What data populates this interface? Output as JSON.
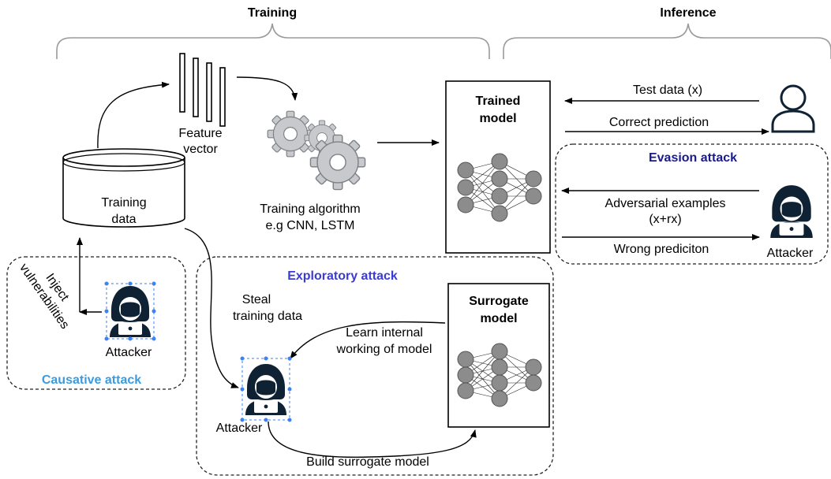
{
  "headers": {
    "training": "Training",
    "inference": "Inference"
  },
  "feature_vector": {
    "line1": "Feature",
    "line2": "vector"
  },
  "training_data": {
    "line1": "Training",
    "line2": "data"
  },
  "training_algorithm": {
    "line1": "Training algorithm",
    "line2": "e.g CNN, LSTM"
  },
  "trained_model": {
    "line1": "Trained",
    "line2": "model"
  },
  "surrogate_model": {
    "line1": "Surrogate",
    "line2": "model"
  },
  "inference_flow": {
    "test_data": "Test data (x)",
    "correct_prediction": "Correct  prediction"
  },
  "evasion": {
    "title": "Evasion attack",
    "adversarial_line1": "Adversarial examples",
    "adversarial_line2": "(x+rx)",
    "wrong_prediction": "Wrong prediciton",
    "attacker": "Attacker"
  },
  "causative": {
    "title": "Causative attack",
    "inject_line1": "Inject",
    "inject_line2": "vulnerabilities",
    "attacker": "Attacker"
  },
  "exploratory": {
    "title": "Exploratory attack",
    "steal_line1": "Steal",
    "steal_line2": "training data",
    "learn_line1": "Learn internal",
    "learn_line2": "working of model",
    "build_surrogate": "Build surrogate model",
    "attacker": "Attacker"
  },
  "colors": {
    "evasion_title": "#1a1a8c",
    "exploratory_title": "#3b3bd6",
    "causative_title": "#3b9bdf",
    "hacker": "#0f2233",
    "selection": "#3b82f6",
    "node_fill": "#8c8c8c"
  },
  "icons": [
    "gear-icon",
    "user-icon",
    "hacker-icon",
    "database-icon"
  ]
}
